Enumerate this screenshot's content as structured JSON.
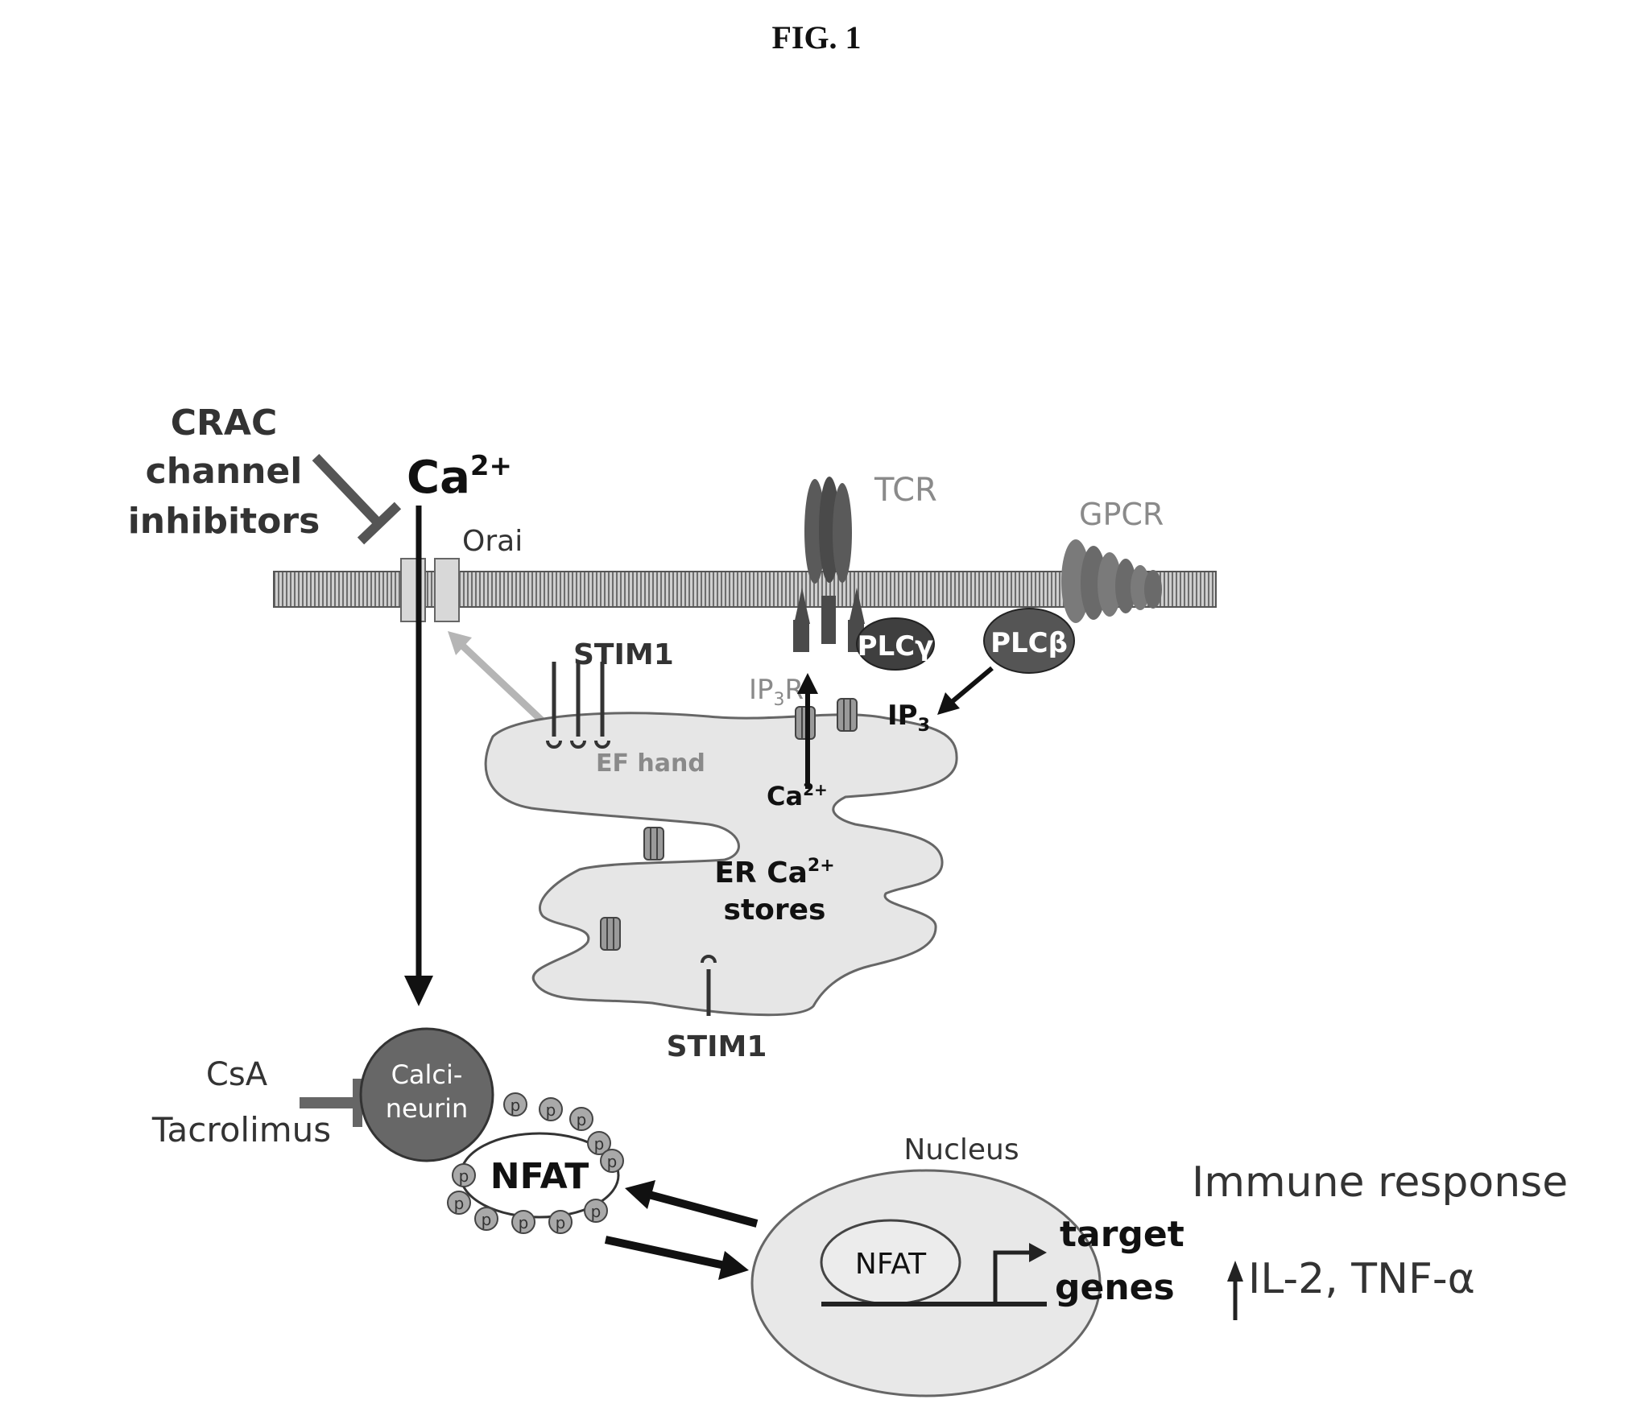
{
  "figure": {
    "title": "FIG. 1"
  },
  "labels": {
    "crac_line1": "CRAC",
    "crac_line2": "channel",
    "crac_line3": "inhibitors",
    "ca_top_base": "Ca",
    "ca_top_sup": "2+",
    "orai": "Orai",
    "tcr": "TCR",
    "gpcr": "GPCR",
    "plc_gamma": "PLCγ",
    "plc_beta": "PLCβ",
    "stim1_top": "STIM1",
    "ip3r_base": "IP",
    "ip3r_sub": "3",
    "ip3r_tail": "R",
    "ip3_base": "IP",
    "ip3_sub": "3",
    "ef_hand": "EF hand",
    "er_ca_base": "Ca",
    "er_ca_sup": "2+",
    "er_stores_line1_base": "ER Ca",
    "er_stores_line1_sup": "2+",
    "er_stores_line2": "stores",
    "stim1_bottom": "STIM1",
    "csa": "CsA",
    "tacrolimus": "Tacrolimus",
    "calcineurin_line1": "Calci-",
    "calcineurin_line2": "neurin",
    "nfat_cyto": "NFAT",
    "phospho": "p",
    "nucleus": "Nucleus",
    "nfat_nuc": "NFAT",
    "target_line1": "target",
    "target_line2": "genes",
    "immune_response": "Immune response",
    "cytokines": "IL-2, TNF-α"
  },
  "colors": {
    "membrane_fill": "#c9c9c9",
    "membrane_stripe": "#6e6e6e",
    "er_fill": "#e6e6e6",
    "dark_protein": "#4a4a4a",
    "medium_protein": "#707070",
    "light_arrow": "#b5b5b5",
    "nucleus_fill": "#e8e8e8",
    "phospho_fill": "#a9a9a9"
  }
}
